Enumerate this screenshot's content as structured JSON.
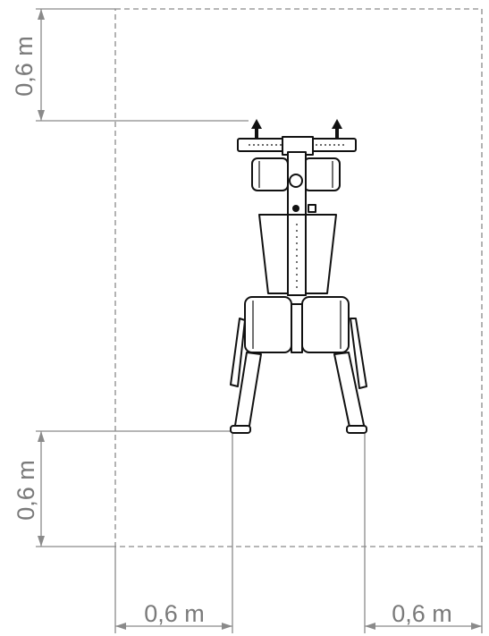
{
  "dimensions": {
    "top_left": "0,6 m",
    "bottom_left": "0,6 m",
    "bottom_left_horizontal": "0,6 m",
    "bottom_right_horizontal": "0,6 m"
  },
  "colors": {
    "dimension_lines": "#8a8a8a",
    "dimension_text": "#7a7a7a",
    "equipment": "#111111"
  }
}
